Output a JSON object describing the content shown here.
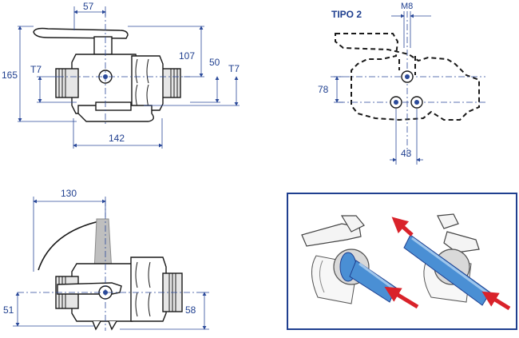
{
  "views": {
    "top_left": {
      "dims": {
        "width_57": "57",
        "height_165": "165",
        "height_107": "107",
        "height_50": "50",
        "t7_left": "T7",
        "t7_right": "T7",
        "length_142": "142"
      }
    },
    "top_right": {
      "title": "TIPO 2",
      "dims": {
        "m8": "M8",
        "height_78": "78",
        "width_43": "43"
      }
    },
    "bottom_left": {
      "dims": {
        "length_130": "130",
        "height_51": "51",
        "height_58": "58"
      }
    },
    "bottom_right": {
      "frame_color": "#1f3f8f",
      "arrow_color": "#d9222a",
      "flow_color": "#4a8fd4"
    }
  }
}
